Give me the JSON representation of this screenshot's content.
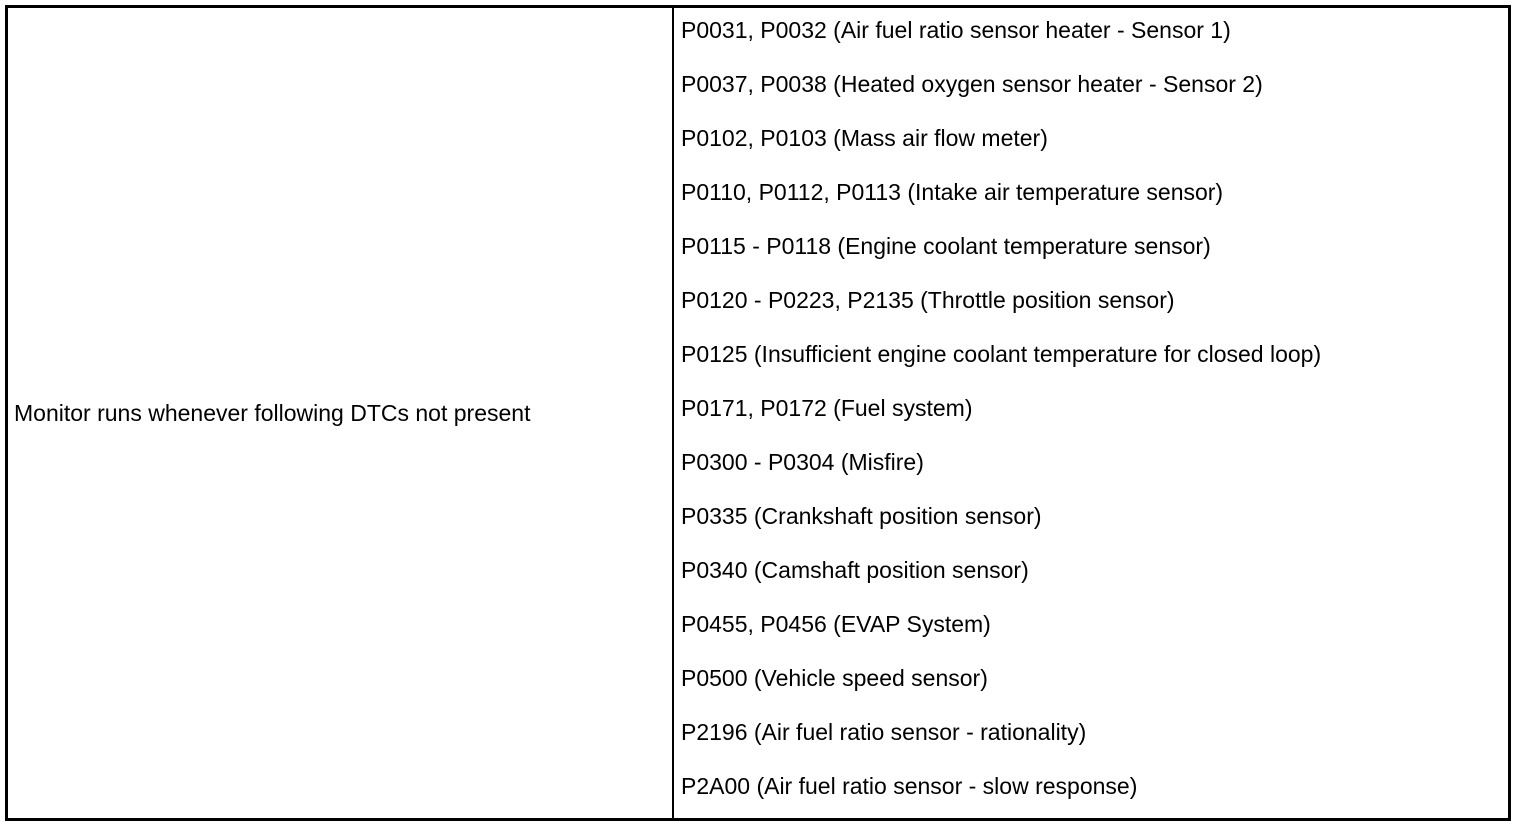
{
  "condition": {
    "label": "Monitor runs whenever following DTCs not present"
  },
  "dtc_list": {
    "items": [
      "P0031, P0032 (Air fuel ratio sensor heater - Sensor 1)",
      "P0037, P0038 (Heated oxygen sensor heater - Sensor 2)",
      "P0102, P0103 (Mass air flow meter)",
      "P0110, P0112, P0113 (Intake air temperature sensor)",
      "P0115 - P0118 (Engine coolant temperature sensor)",
      "P0120 - P0223, P2135 (Throttle position sensor)",
      "P0125 (Insufficient engine coolant temperature for closed loop)",
      "P0171, P0172 (Fuel system)",
      "P0300 - P0304 (Misfire)",
      "P0335 (Crankshaft position sensor)",
      "P0340 (Camshaft position sensor)",
      "P0455, P0456 (EVAP System)",
      "P0500 (Vehicle speed sensor)",
      "P2196 (Air fuel ratio sensor - rationality)",
      "P2A00 (Air fuel ratio sensor - slow response)"
    ]
  }
}
